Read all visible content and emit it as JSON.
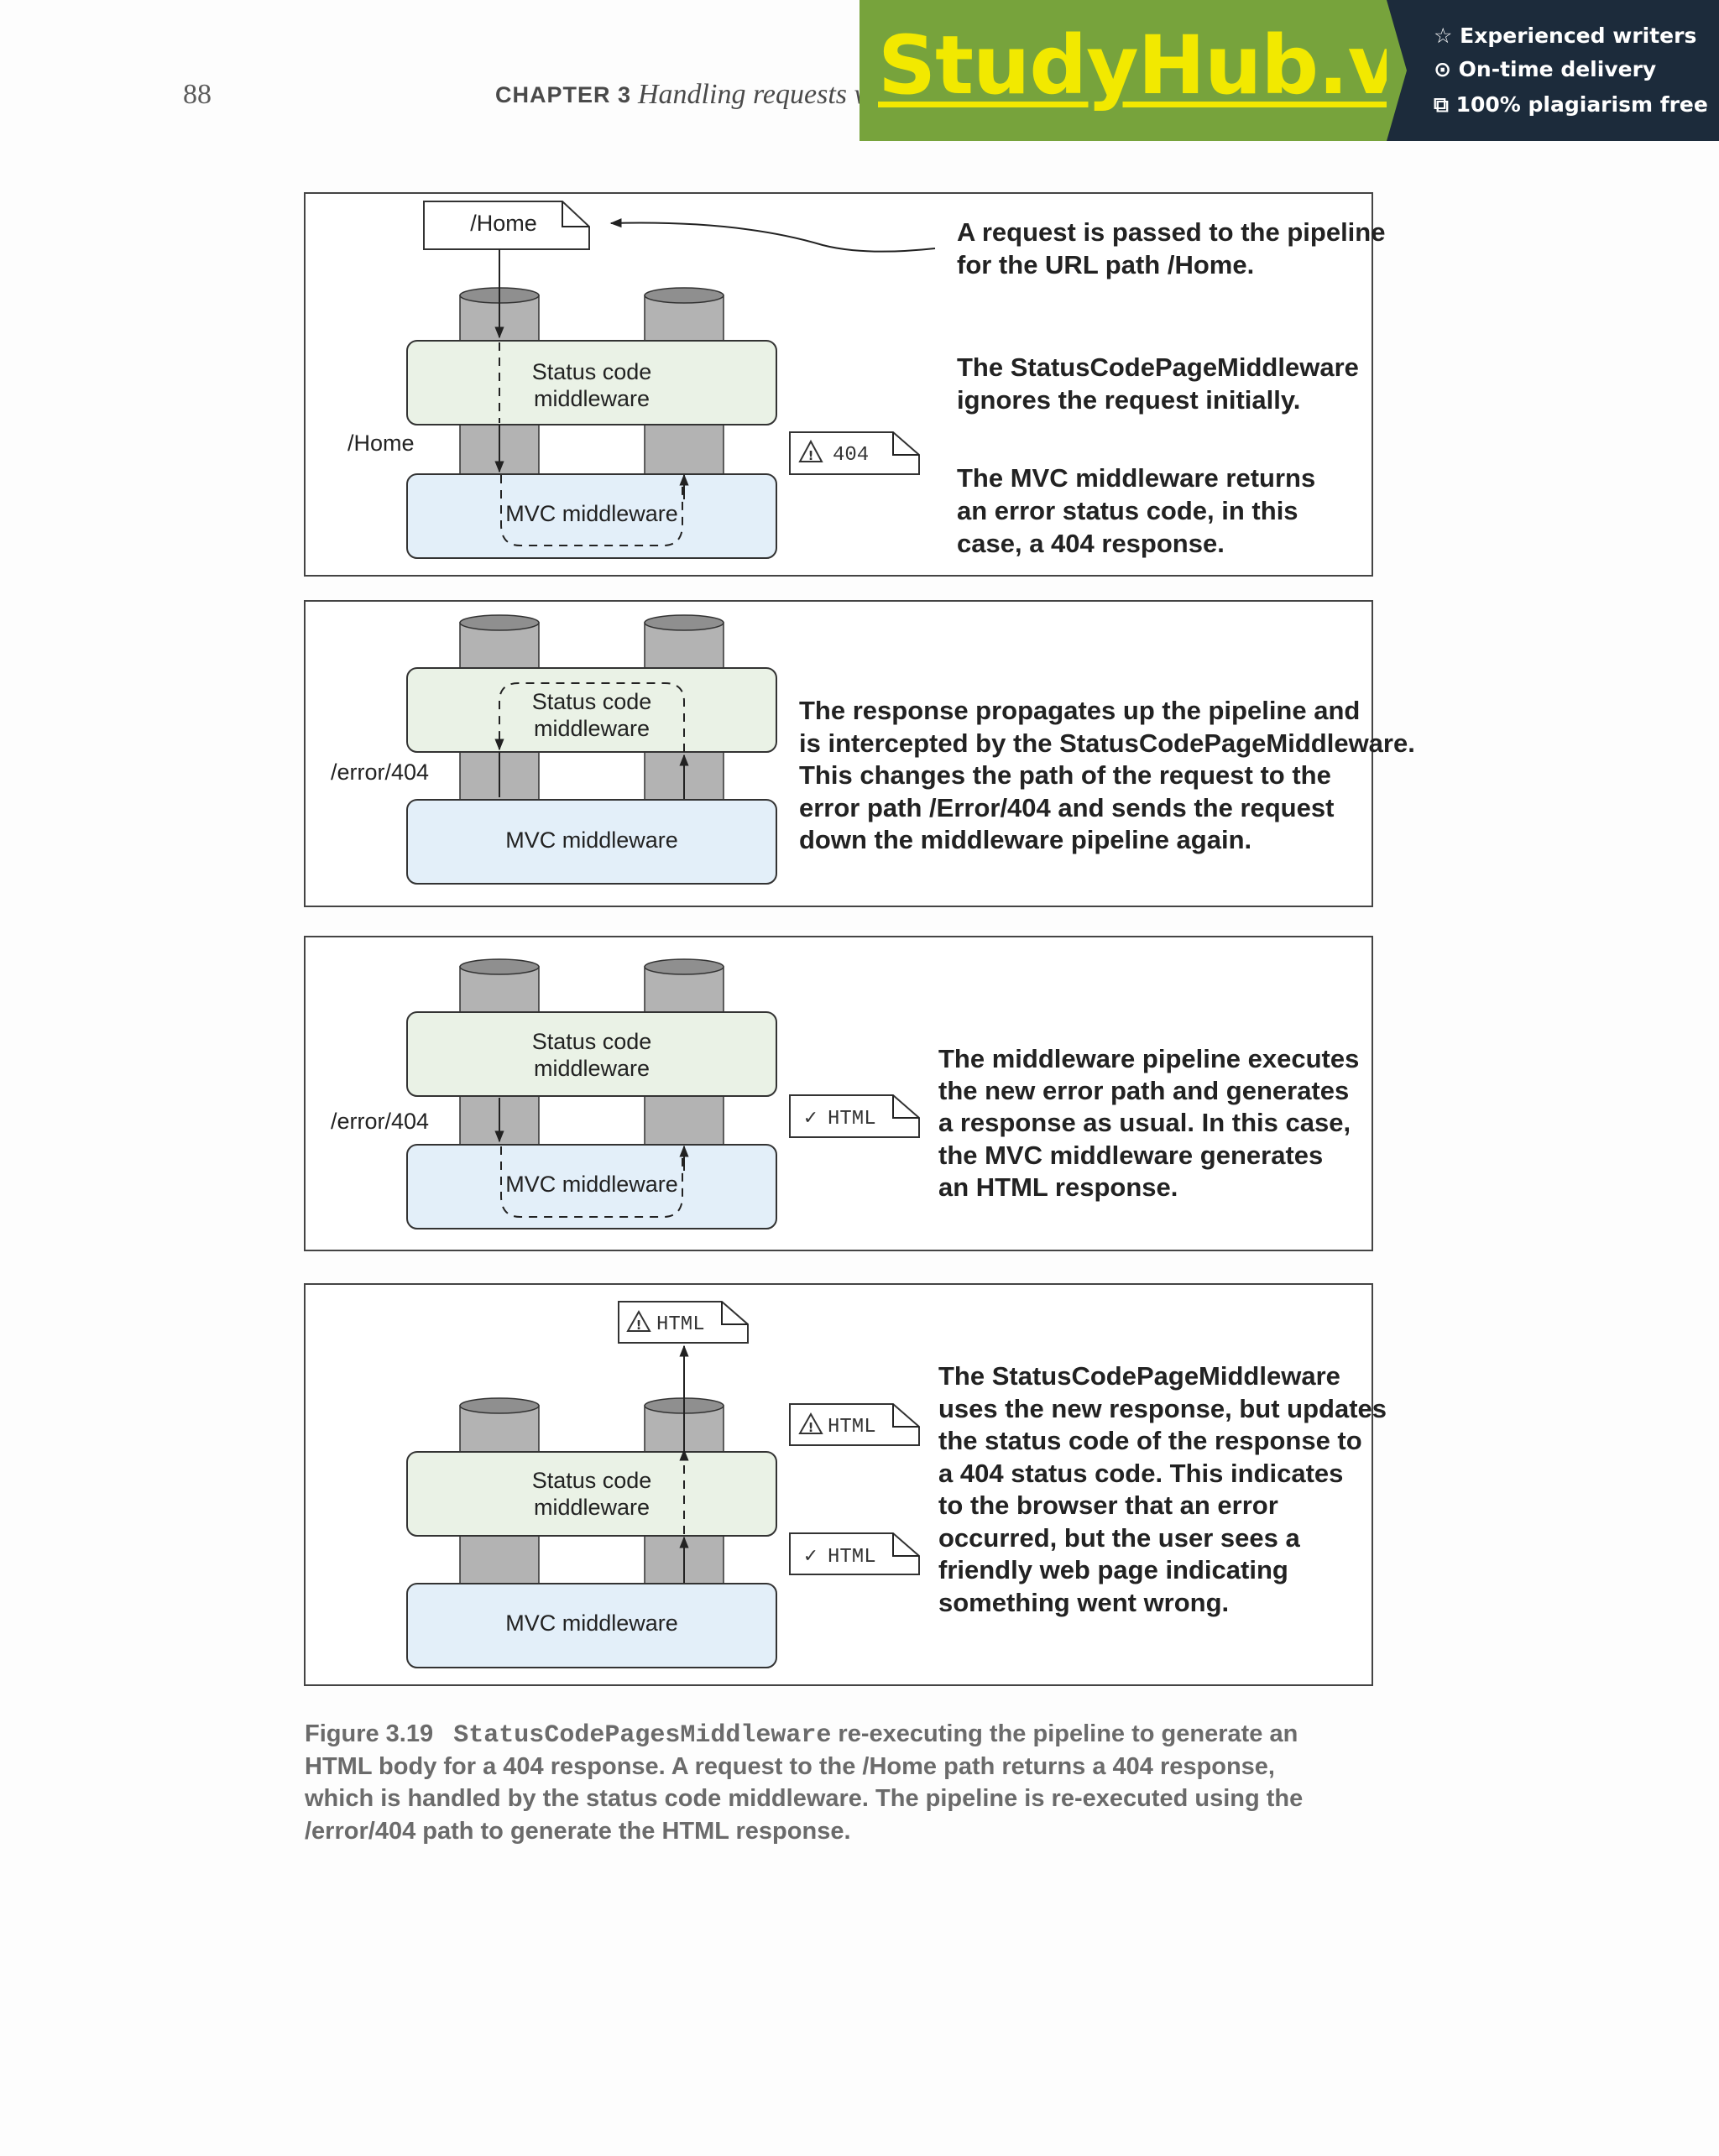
{
  "header": {
    "page_number": "88",
    "chapter_label": "CHAPTER 3",
    "chapter_title": "Handling requests w"
  },
  "banner": {
    "logo": "StudyHub.vip",
    "features": [
      "Experienced writers",
      "On-time delivery",
      "100% plagiarism free"
    ],
    "feature_icons": [
      "star-icon",
      "clock-icon",
      "document-copy-icon"
    ]
  },
  "diagram": {
    "status_code_label_1": "Status code",
    "status_code_label_2": "middleware",
    "mvc_label": "MVC middleware",
    "panel1": {
      "request_doc": "/Home",
      "path_label": "/Home",
      "response_doc": "404",
      "callouts": [
        [
          "A request is passed to the pipeline",
          "for the URL path /Home."
        ],
        [
          "The StatusCodePageMiddleware",
          "ignores the request initially."
        ],
        [
          "The MVC middleware returns",
          "an error status code, in this",
          "case, a 404 response."
        ]
      ]
    },
    "panel2": {
      "path_label": "/error/404",
      "callout": [
        "The response propagates up the pipeline and",
        "is intercepted by the StatusCodePageMiddleware.",
        "This changes the path of the request to the",
        "error path /Error/404 and sends the request",
        "down the middleware pipeline again."
      ]
    },
    "panel3": {
      "path_label": "/error/404",
      "response_doc": "HTML",
      "callout": [
        "The middleware pipeline executes",
        "the new error path and generates",
        "a response as usual. In this case,",
        "the MVC middleware generates",
        "an HTML response."
      ]
    },
    "panel4": {
      "top_doc": "HTML",
      "response_doc_warn": "HTML",
      "response_doc_ok": "HTML",
      "callout": [
        "The StatusCodePageMiddleware",
        "uses the new response, but updates",
        "the status code of the response to",
        "a 404 status code. This indicates",
        "to the browser that an error",
        "occurred, but the user sees a",
        "friendly web page indicating",
        "something went wrong."
      ]
    }
  },
  "caption": {
    "figure_label": "Figure 3.19",
    "code_name": "StatusCodePagesMiddleware",
    "line1_rest": " re-executing the pipeline to generate an",
    "line2": "HTML body for a 404 response. A request to the /Home path returns a 404 response,",
    "line3": "which is handled by the status code middleware. The pipeline is re-executed using the",
    "line4": "/error/404 path to generate the HTML response."
  },
  "colors": {
    "status_box": "#eaf2e6",
    "mvc_box": "#e3eff9",
    "column": "#b3b3b3",
    "banner_green": "#77a33c",
    "banner_dark": "#1c2b3b",
    "logo_yellow": "#f2e900"
  }
}
